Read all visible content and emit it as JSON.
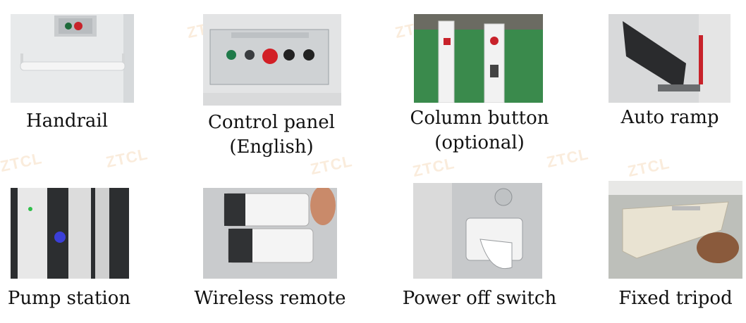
{
  "watermark": "ZTCL",
  "items": [
    {
      "caption_line1": "Handrail",
      "caption_line2": ""
    },
    {
      "caption_line1": "Control panel",
      "caption_line2": "(English)"
    },
    {
      "caption_line1": "Column button",
      "caption_line2": "(optional)"
    },
    {
      "caption_line1": "Auto ramp",
      "caption_line2": ""
    },
    {
      "caption_line1": "Pump station",
      "caption_line2": ""
    },
    {
      "caption_line1": "Wireless remote",
      "caption_line2": ""
    },
    {
      "caption_line1": "Power off switch",
      "caption_line2": ""
    },
    {
      "caption_line1": "Fixed tripod",
      "caption_line2": ""
    }
  ]
}
